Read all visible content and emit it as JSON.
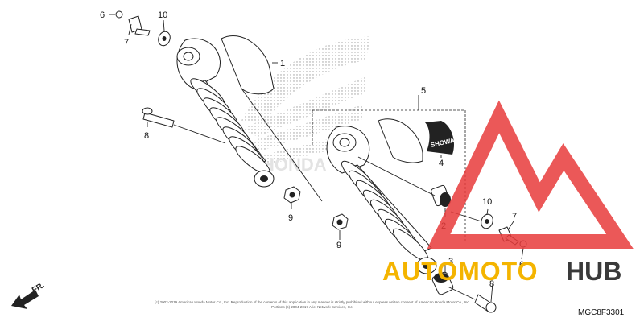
{
  "diagram": {
    "code": "MGC8F3301",
    "direction_label": "FR.",
    "copyright_line1": "(c) 2002-2019 American Honda Motor Co., Inc. Reproduction of the contents of this application in any manner is strictly prohibited without express written consent of American Honda Motor Co., Inc.",
    "copyright_line2": "Portions (c) 2004-2017 Ariel Network Services, Inc.",
    "brand_watermark": "HONDA",
    "decal_text": "SHOWA",
    "callouts": {
      "c1": "1",
      "c2": "2",
      "c3": "3",
      "c4": "4",
      "c5": "5",
      "c6a": "6",
      "c6b": "6",
      "c7a": "7",
      "c7b": "7",
      "c8a": "8",
      "c8b": "8",
      "c9a": "9",
      "c9b": "9",
      "c10a": "10",
      "c10b": "10"
    }
  },
  "watermark": {
    "prefix": "AUTOMOTO",
    "suffix": "HUB",
    "accent_color": "#f4b400",
    "logo_color": "#e83b3b",
    "suffix_color": "#3a3a3a"
  }
}
